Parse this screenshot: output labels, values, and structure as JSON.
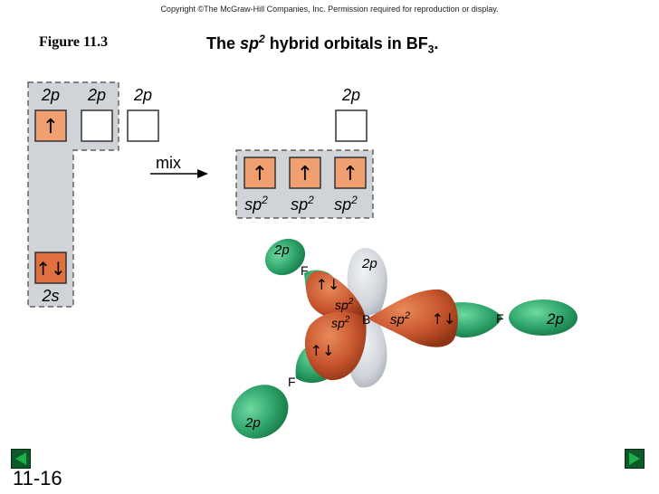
{
  "header": {
    "copyright": "Copyright ©The McGraw-Hill Companies, Inc.  Permission required for reproduction or display.",
    "figure_label": "Figure 11.3",
    "title_prefix": "The ",
    "title_sp": "sp",
    "title_sup": "2",
    "title_mid": " hybrid orbitals in BF",
    "title_sub": "3",
    "title_end": "."
  },
  "left_diagram": {
    "labels_2p": [
      "2p",
      "2p",
      "2p"
    ],
    "label_2s": "2s",
    "arrow_2p": "↑",
    "arrow_2s": "↑↓"
  },
  "mix_label": "mix",
  "right_diagram": {
    "label_2p": "2p",
    "hybrid_arrows": [
      "↑",
      "↑",
      "↑"
    ],
    "hybrid_labels": [
      "sp",
      "sp",
      "sp"
    ],
    "hybrid_sup": "2"
  },
  "molecule": {
    "p_label_top_left": "2p",
    "p_label_center": "2p",
    "p_label_right": "2p",
    "p_label_bottom": "2p",
    "atom_f": "F",
    "atom_b": "B",
    "sp_label": "sp",
    "sp_sup": "2",
    "pair_arrow": "↑↓"
  },
  "footer": {
    "page_number": "11-16"
  },
  "colors": {
    "orange": "#f0a070",
    "orange_dark": "#e07040",
    "hybrid_orbital": "#c8562e",
    "green_orbital": "#2da36a",
    "gray_box": "#d0d3d8",
    "nav_green": "#0c5a2a"
  }
}
